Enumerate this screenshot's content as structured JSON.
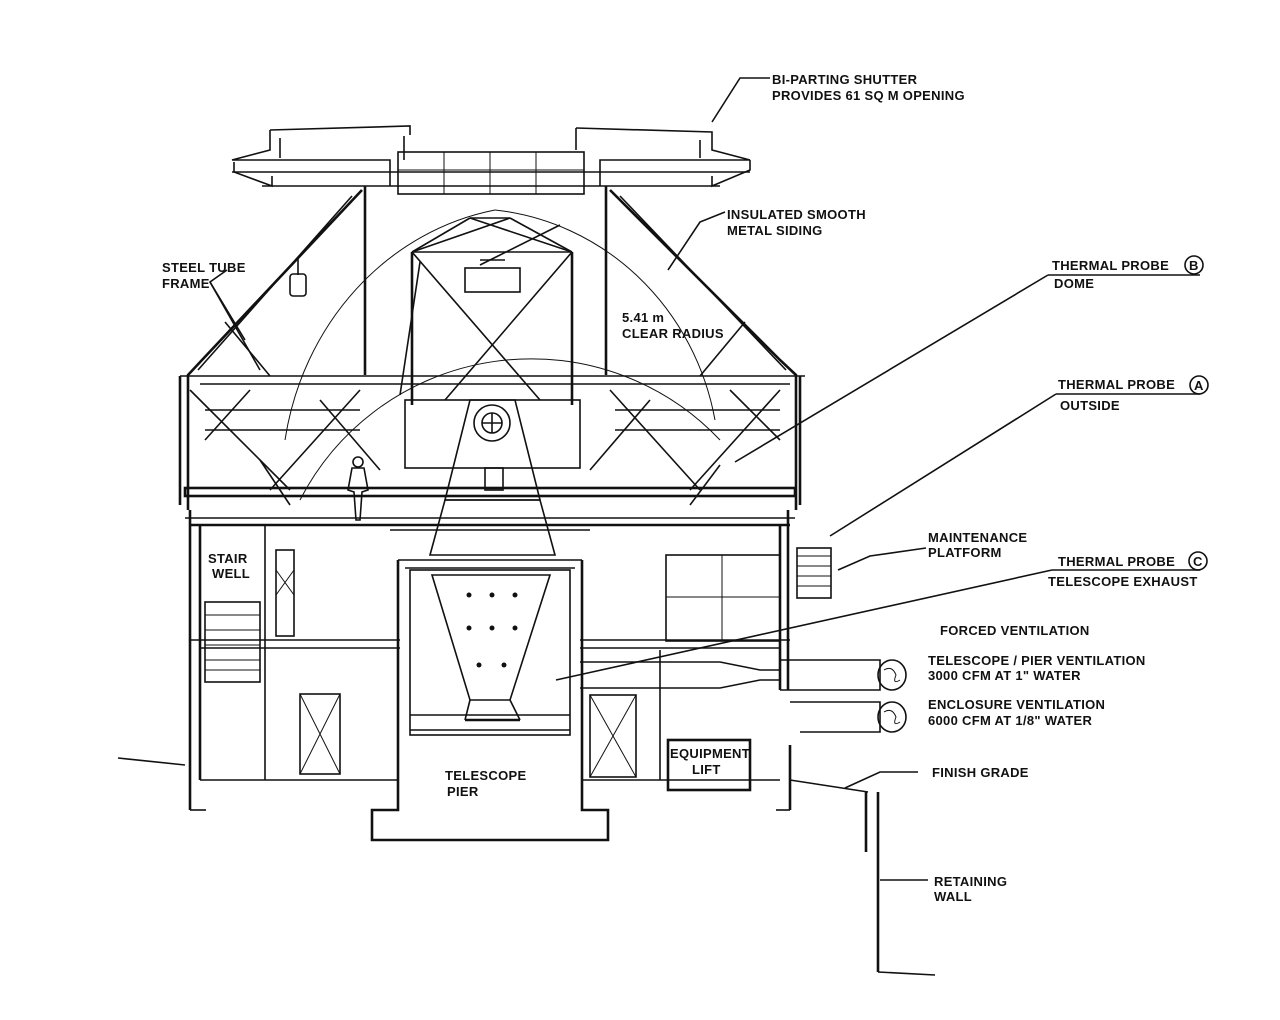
{
  "labels": {
    "shutter_line1": "BI-PARTING SHUTTER",
    "shutter_line2": "PROVIDES 61 SQ M OPENING",
    "siding_line1": "INSULATED SMOOTH",
    "siding_line2": "METAL SIDING",
    "frame_line1": "STEEL TUBE",
    "frame_line2": "FRAME",
    "radius_line1": "5.41 m",
    "radius_line2": "CLEAR RADIUS",
    "probe_b_title": "THERMAL PROBE",
    "probe_b_letter": "B",
    "probe_b_sub": "DOME",
    "probe_a_title": "THERMAL PROBE",
    "probe_a_letter": "A",
    "probe_a_sub": "OUTSIDE",
    "maint_line1": "MAINTENANCE",
    "maint_line2": "PLATFORM",
    "probe_c_title": "THERMAL PROBE",
    "probe_c_letter": "C",
    "probe_c_sub": "TELESCOPE EXHAUST",
    "forced_vent": "FORCED VENTILATION",
    "tel_vent_line1": "TELESCOPE / PIER VENTILATION",
    "tel_vent_line2": "3000 CFM AT 1\" WATER",
    "enc_vent_line1": "ENCLOSURE VENTILATION",
    "enc_vent_line2": "6000 CFM AT 1/8\" WATER",
    "stair_line1": "STAIR",
    "stair_line2": "WELL",
    "pier_line1": "TELESCOPE",
    "pier_line2": "PIER",
    "lift_line1": "EQUIPMENT",
    "lift_line2": "LIFT",
    "finish_grade": "FINISH GRADE",
    "retaining_line1": "RETAINING",
    "retaining_line2": "WALL"
  },
  "colors": {
    "ink": "#111111",
    "paper": "#ffffff"
  }
}
